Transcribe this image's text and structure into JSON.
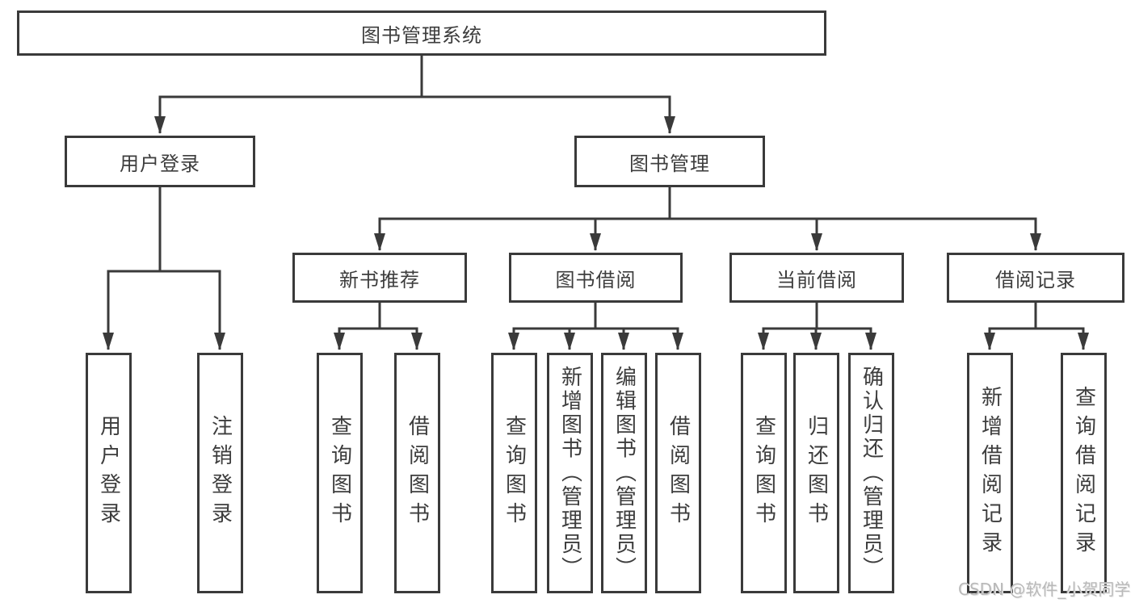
{
  "diagram": {
    "type": "hierarchy-tree",
    "title": "图书管理系统",
    "colors": {
      "line": "#3a3a3a",
      "box_border": "#3a3a3a",
      "box_background": "#ffffff",
      "text": "#3d3d3d",
      "watermark": "#b9b9b9"
    }
  },
  "nodes": {
    "root": "图书管理系统",
    "user_login": "用户登录",
    "book_mgmt": "图书管理",
    "new_book_rec": "新书推荐",
    "book_borrow": "图书借阅",
    "current_borrow": "当前借阅",
    "borrow_record": "借阅记录",
    "leaf_user_login": "用户登录",
    "leaf_logout": "注销登录",
    "leaf_rec_query": "查询图书",
    "leaf_rec_borrow": "借阅图书",
    "leaf_bb_query": "查询图书",
    "leaf_bb_add": "新增图书（管理员）",
    "leaf_bb_edit": "编辑图书（管理员）",
    "leaf_bb_borrow": "借阅图书",
    "leaf_cb_query": "查询图书",
    "leaf_cb_return": "归还图书",
    "leaf_cb_confirm": "确认归还（管理员）",
    "leaf_br_add": "新增借阅记录",
    "leaf_br_query": "查询借阅记录"
  },
  "hierarchy": {
    "图书管理系统": {
      "用户登录": [
        "用户登录",
        "注销登录"
      ],
      "图书管理": {
        "新书推荐": [
          "查询图书",
          "借阅图书"
        ],
        "图书借阅": [
          "查询图书",
          "新增图书（管理员）",
          "编辑图书（管理员）",
          "借阅图书"
        ],
        "当前借阅": [
          "查询图书",
          "归还图书",
          "确认归还（管理员）"
        ],
        "借阅记录": [
          "新增借阅记录",
          "查询借阅记录"
        ]
      }
    }
  },
  "watermark": {
    "text": "CSDN @软件_小贺同学"
  }
}
